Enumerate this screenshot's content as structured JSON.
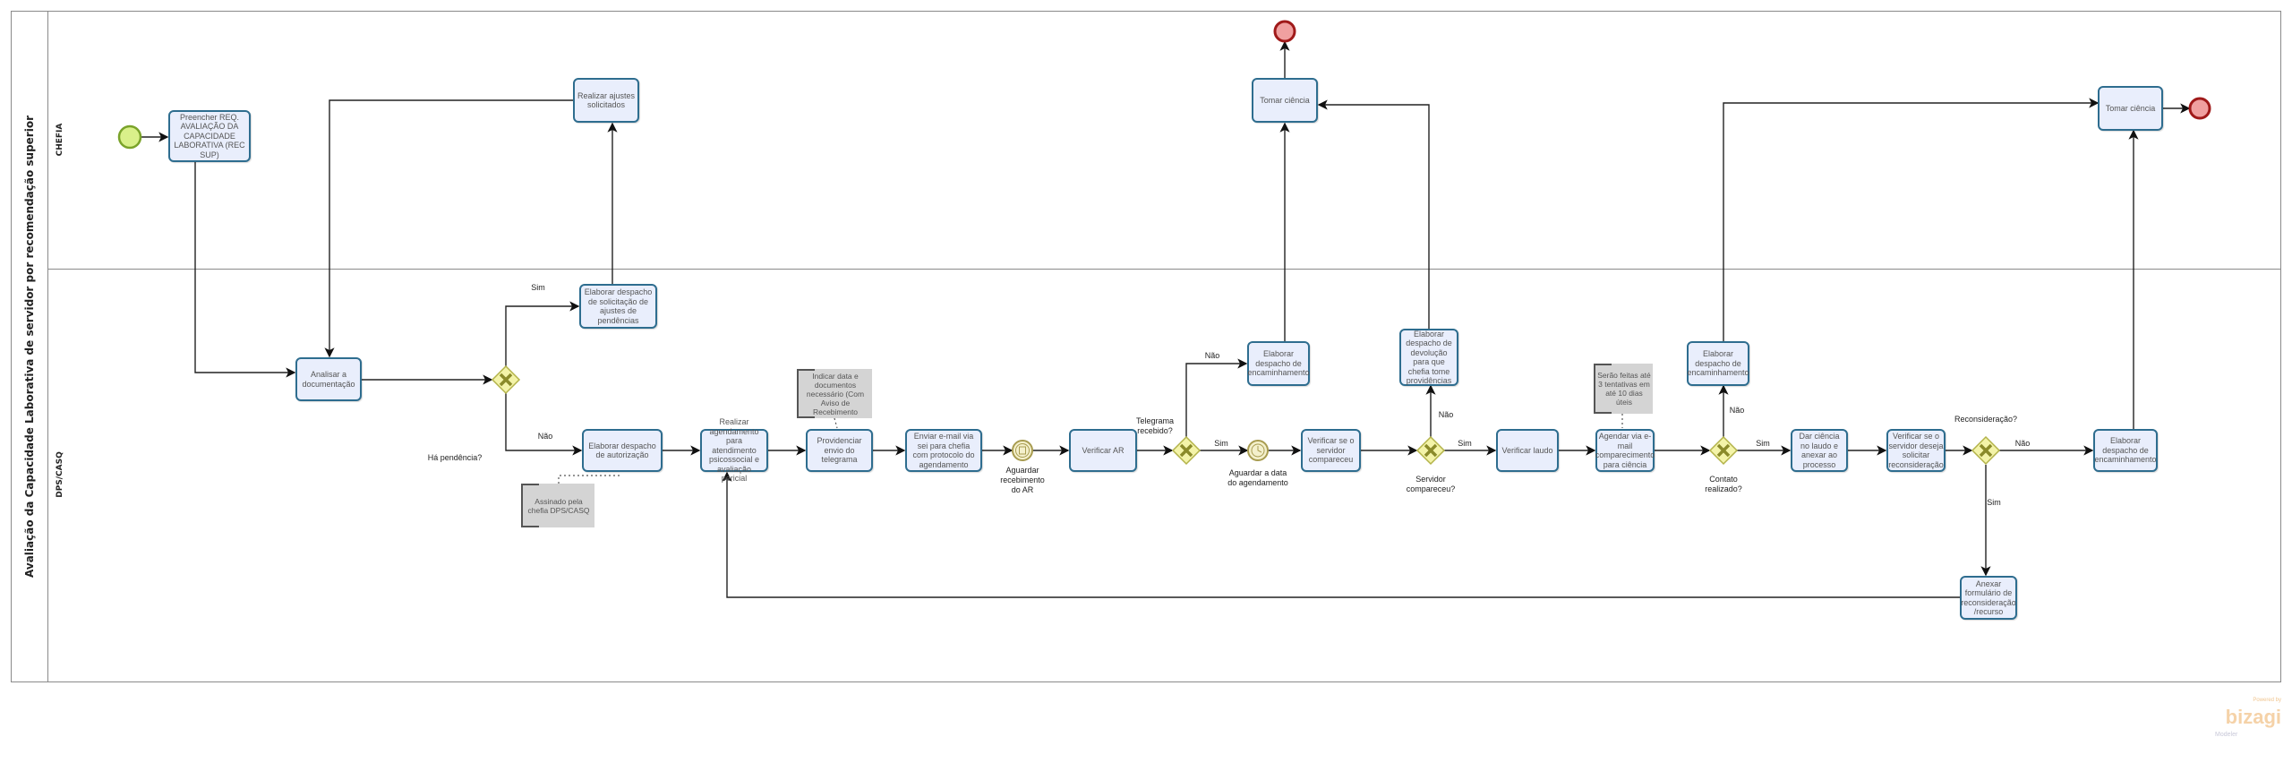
{
  "pool": {
    "title": "Avaliação da Capacidade Laborativa de servidor por recomendação superior"
  },
  "lanes": [
    {
      "label": "CHEFIA"
    },
    {
      "label": "DPS/CASQ"
    }
  ],
  "tasks": {
    "preencher": "Preencher REQ. AVALIAÇÃO DA CAPACIDADE LABORATIVA (REC SUP)",
    "realizar_ajustes": "Realizar ajustes solicitados",
    "tomar_ciencia_1": "Tomar ciência",
    "tomar_ciencia_2": "Tomar ciência",
    "analisar": "Analisar a documentação",
    "elaborar_solicitacao": "Elaborar despacho de solicitação de ajustes de pendências",
    "elaborar_autorizacao": "Elaborar despacho de autorização",
    "realizar_agendamento": "Realizar agendamento para atendimento psicossocial e avaliação pericial",
    "providenciar": "Providenciar envio do telegrama",
    "enviar_email": "Enviar e-mail via sei para chefia com protocolo do agendamento",
    "verificar_ar": "Verificar AR",
    "encaminhamento_1": "Elaborar despacho de encaminhamento",
    "verificar_compareceu": "Verificar se o servidor compareceu",
    "devolucao": "Elaborar despacho de devolução para que chefia tome providências",
    "verificar_laudo": "Verificar laudo",
    "agendar_email": "Agendar via e-mail comparecimento para ciência",
    "encaminhamento_2": "Elaborar despacho de encaminhamento",
    "dar_ciencia": "Dar ciência no laudo e anexar ao processo",
    "verificar_reconsideracao": "Verificar se o servidor deseja solicitar reconsideração",
    "encaminhamento_3": "Elaborar despacho de encaminhamento",
    "anexar": "Anexar formulário de reconsideração /recurso"
  },
  "annotations": {
    "assinado": "Assinado pela chefia DPS/CASQ",
    "indicar": "Indicar data e documentos necessário (Com Aviso de Recebimento",
    "tentativas": "Serão feitas até 3 tentativas em até 10 dias úteis"
  },
  "gateways": {
    "pendencia": "Há pendência?",
    "telegrama": "Telegrama recebido?",
    "compareceu": "Servidor compareceu?",
    "contato": "Contato realizado?",
    "reconsideracao": "Reconsideração?"
  },
  "events": {
    "aguardar_ar": "Aguardar recebimento do AR",
    "aguardar_data": "Aguardar a data do agendamento"
  },
  "flow_labels": {
    "sim": "Sim",
    "nao": "Não"
  },
  "branding": {
    "powered": "Powered by",
    "brand": "bizagi",
    "product": "Modeler"
  },
  "colors": {
    "task_fill": "#e9eefc",
    "task_stroke": "#2e6d8f",
    "start": "#d9f08a",
    "end": "#f0a0a0",
    "gateway": "#f3f3a8"
  }
}
